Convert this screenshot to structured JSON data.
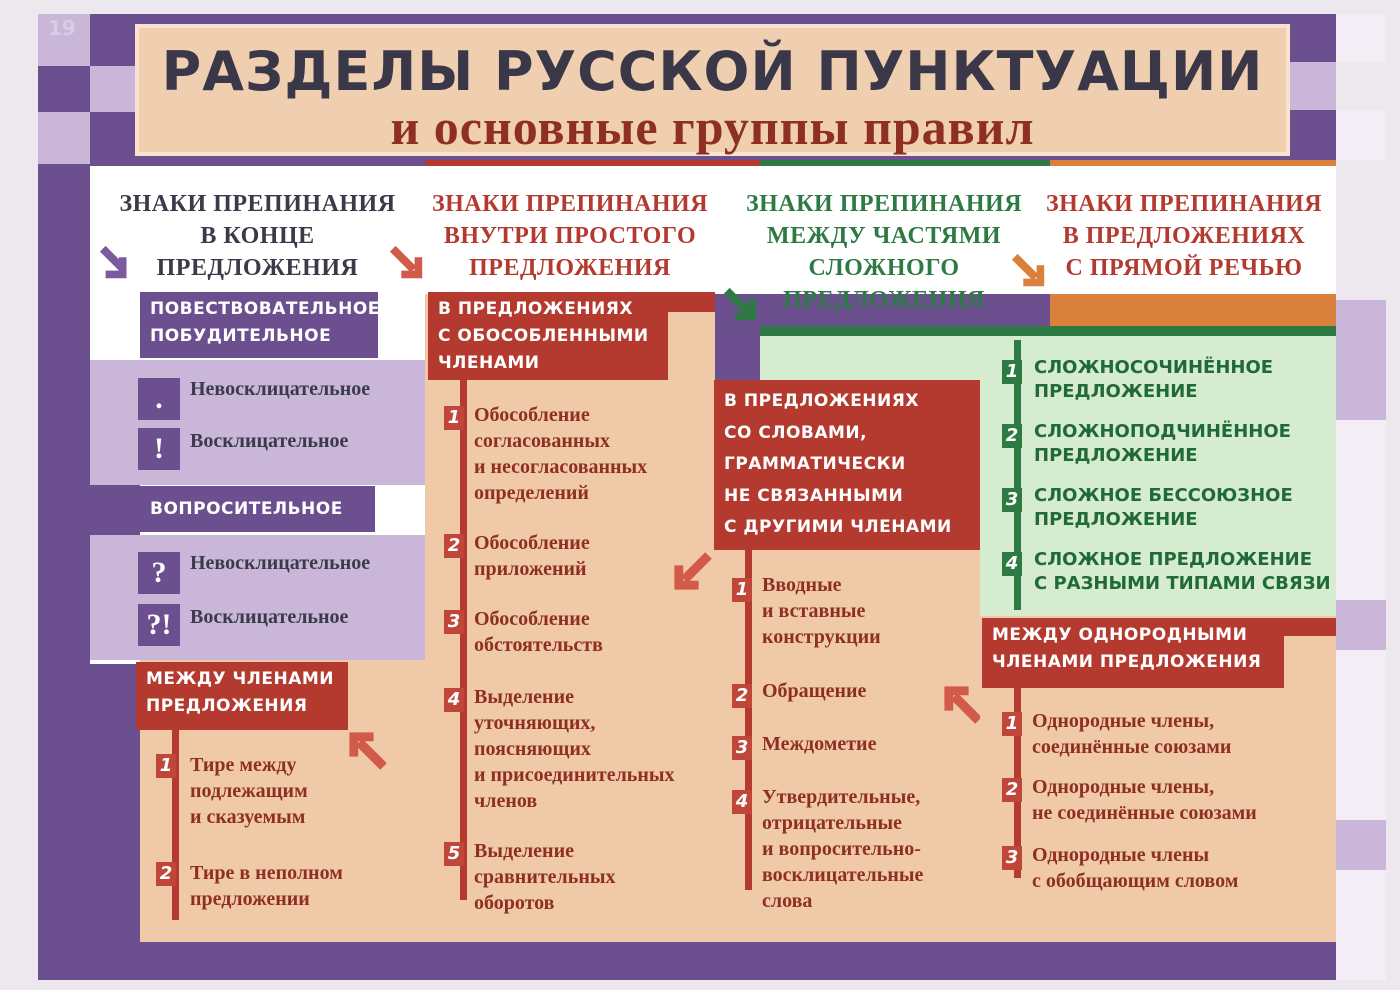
{
  "page_number": "19",
  "title": "РАЗДЕЛЫ РУССКОЙ ПУНКТУАЦИИ",
  "subtitle": "и основные группы правил",
  "columns": [
    {
      "heading": [
        "ЗНАКИ ПРЕПИНАНИЯ",
        "В КОНЦЕ",
        "ПРЕДЛОЖЕНИЯ"
      ],
      "color": "#3b3a4a"
    },
    {
      "heading": [
        "ЗНАКИ ПРЕПИНАНИЯ",
        "ВНУТРИ ПРОСТОГО",
        "ПРЕДЛОЖЕНИЯ"
      ],
      "color": "#b43a30"
    },
    {
      "heading": [
        "ЗНАКИ ПРЕПИНАНИЯ",
        "МЕЖДУ ЧАСТЯМИ",
        "СЛОЖНОГО",
        "ПРЕДЛОЖЕНИЯ"
      ],
      "color": "#2e7a44"
    },
    {
      "heading": [
        "ЗНАКИ ПРЕПИНАНИЯ",
        "В ПРЕДЛОЖЕНИЯХ",
        "С ПРЯМОЙ РЕЧЬЮ"
      ],
      "color": "#b43a30"
    }
  ],
  "col1": {
    "group1": {
      "tag": [
        "ПОВЕСТВОВАТЕЛЬНОЕ",
        "ПОБУДИТЕЛЬНОЕ"
      ],
      "items": [
        {
          "sym": ".",
          "text": "Невосклицательное"
        },
        {
          "sym": "!",
          "text": "Восклицательное"
        }
      ]
    },
    "group2": {
      "tag": "ВОПРОСИТЕЛЬНОЕ",
      "items": [
        {
          "sym": "?",
          "text": "Невосклицательное"
        },
        {
          "sym": "?!",
          "text": "Восклицательное"
        }
      ]
    },
    "group3": {
      "tag": [
        "МЕЖДУ ЧЛЕНАМИ",
        "ПРЕДЛОЖЕНИЯ"
      ],
      "items": [
        {
          "n": "1",
          "text": [
            "Тире между",
            "подлежащим",
            "и сказуемым"
          ]
        },
        {
          "n": "2",
          "text": [
            "Тире в неполном",
            "предложении"
          ]
        }
      ]
    }
  },
  "col2": {
    "tag": [
      "В ПРЕДЛОЖЕНИЯХ",
      "С ОБОСОБЛЕННЫМИ",
      "ЧЛЕНАМИ"
    ],
    "items": [
      {
        "n": "1",
        "text": [
          "Обособление",
          "согласованных",
          "и несогласованных",
          "определений"
        ]
      },
      {
        "n": "2",
        "text": [
          "Обособление",
          "приложений"
        ]
      },
      {
        "n": "3",
        "text": [
          "Обособление",
          "обстоятельств"
        ]
      },
      {
        "n": "4",
        "text": [
          "Выделение",
          "уточняющих,",
          "поясняющих",
          "и присоединительных",
          "членов"
        ]
      },
      {
        "n": "5",
        "text": [
          "Выделение",
          "сравнительных",
          "оборотов"
        ]
      }
    ]
  },
  "col3": {
    "tag": [
      "В ПРЕДЛОЖЕНИЯХ",
      "СО СЛОВАМИ,",
      "ГРАММАТИЧЕСКИ",
      "НЕ СВЯЗАННЫМИ",
      "С ДРУГИМИ ЧЛЕНАМИ"
    ],
    "items": [
      {
        "n": "1",
        "text": [
          "Вводные",
          "и вставные",
          "конструкции"
        ]
      },
      {
        "n": "2",
        "text": [
          "Обращение"
        ]
      },
      {
        "n": "3",
        "text": [
          "Междометие"
        ]
      },
      {
        "n": "4",
        "text": [
          "Утвердительные,",
          "отрицательные",
          "и вопросительно-",
          "восклицательные",
          "слова"
        ]
      }
    ]
  },
  "col4": {
    "complex": [
      {
        "n": "1",
        "text": [
          "СЛОЖНОСОЧИНЁННОЕ",
          "ПРЕДЛОЖЕНИЕ"
        ]
      },
      {
        "n": "2",
        "text": [
          "СЛОЖНОПОДЧИНЁННОЕ",
          "ПРЕДЛОЖЕНИЕ"
        ]
      },
      {
        "n": "3",
        "text": [
          "СЛОЖНОЕ БЕССОЮЗНОЕ",
          "ПРЕДЛОЖЕНИЕ"
        ]
      },
      {
        "n": "4",
        "text": [
          "СЛОЖНОЕ ПРЕДЛОЖЕНИЕ",
          "С  РАЗНЫМИ ТИПАМИ СВЯЗИ"
        ]
      }
    ],
    "tag": [
      "МЕЖДУ ОДНОРОДНЫМИ",
      "ЧЛЕНАМИ ПРЕДЛОЖЕНИЯ"
    ],
    "items": [
      {
        "n": "1",
        "text": [
          "Однородные члены,",
          "соединённые союзами"
        ]
      },
      {
        "n": "2",
        "text": [
          "Однородные члены,",
          "не соединённые союзами"
        ]
      },
      {
        "n": "3",
        "text": [
          "Однородные члены",
          "с обобщающим словом"
        ]
      }
    ]
  }
}
